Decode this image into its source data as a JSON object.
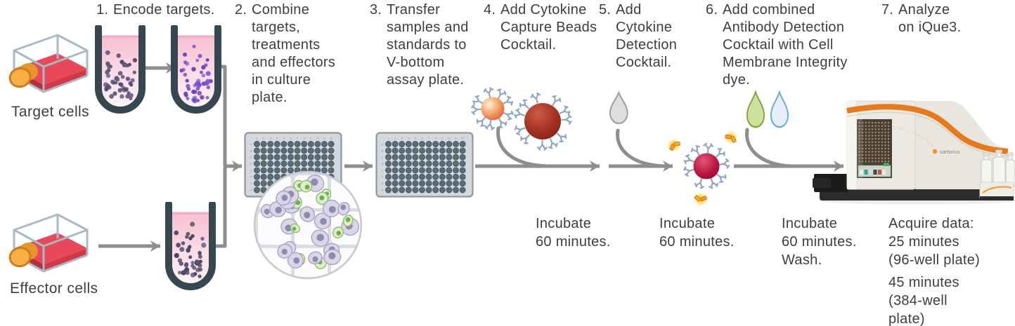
{
  "steps": [
    {
      "num": "1.",
      "text": "Encode targets."
    },
    {
      "num": "2.",
      "text": "Combine\ntargets,\ntreatments\nand effectors\nin culture\nplate."
    },
    {
      "num": "3.",
      "text": "Transfer\nsamples and\nstandards to\nV-bottom\nassay plate."
    },
    {
      "num": "4.",
      "text": "Add Cytokine\nCapture Beads\nCocktail."
    },
    {
      "num": "5.",
      "text": "Add\nCytokine\nDetection\nCocktail."
    },
    {
      "num": "6.",
      "text": "Add combined\nAntibody Detection\nCocktail with Cell\nMembrane Integrity\ndye."
    },
    {
      "num": "7.",
      "text": "Analyze\non iQue3."
    }
  ],
  "labels": {
    "target_cells": "Target cells",
    "effector_cells": "Effector cells"
  },
  "notes": {
    "incubate_1": "Incubate\n60 minutes.",
    "incubate_2": "Incubate\n60 minutes.",
    "incubate_3": "Incubate\n60 minutes.\nWash.",
    "acquire_part1": "Acquire data:\n25 minutes\n(96-well plate)",
    "acquire_part2": "45 minutes\n(384-well\nplate)"
  },
  "plate": {
    "cols": [
      "1",
      "2",
      "3",
      "4",
      "5",
      "6",
      "7",
      "8",
      "9",
      "10",
      "11",
      "12"
    ],
    "rows": [
      "A",
      "B",
      "C",
      "D",
      "E",
      "F",
      "G",
      "H"
    ]
  },
  "instrument": {
    "brand": "sartorius",
    "model": "iQue3"
  },
  "colors": {
    "text": "#3e3e3e",
    "arrow": "#8e8e8e",
    "flask_red": "#e8495a",
    "cap_orange": "#f6b045",
    "tube_outline": "#36474f",
    "dots_muted": "#5d577e",
    "dots_violet": "#6a3fc2",
    "bead_red": "#a33021",
    "bead_crimson": "#b5123f",
    "antibody_blue": "#8ea6c4",
    "droplet_gray": "#dedede",
    "droplet_green": "#cde29e",
    "droplet_blue": "#e7f0fa",
    "accent_orange": "#e87a1e"
  }
}
